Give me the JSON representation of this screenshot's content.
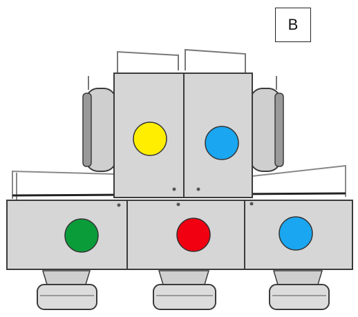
{
  "panel_label": "B",
  "colors": {
    "box_fill": "#d6d6d6",
    "box_stroke": "#3a3a3a",
    "side_fill": "#c9c9c9",
    "foot_fill": "#dcdcdc"
  },
  "boxes": {
    "top_left": {
      "marker_color": "#ffee00",
      "marker_name": "yellow"
    },
    "top_right": {
      "marker_color": "#1aa6f0",
      "marker_name": "blue"
    },
    "bottom_left": {
      "marker_color": "#0b9c3a",
      "marker_name": "green"
    },
    "bottom_mid": {
      "marker_color": "#f00010",
      "marker_name": "red"
    },
    "bottom_right": {
      "marker_color": "#1aa6f0",
      "marker_name": "blue"
    }
  }
}
